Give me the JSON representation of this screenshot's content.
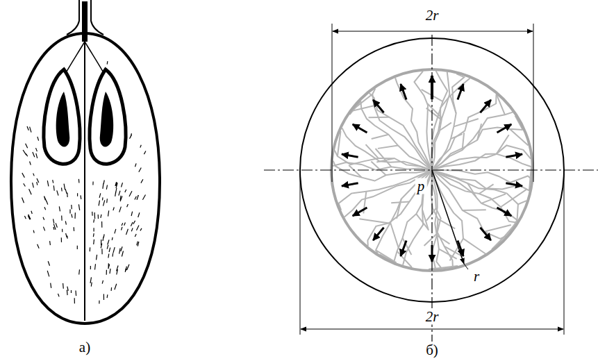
{
  "diagram": {
    "labels": [
      "2r",
      "p",
      "r",
      "2r",
      "а)",
      "б)"
    ]
  }
}
